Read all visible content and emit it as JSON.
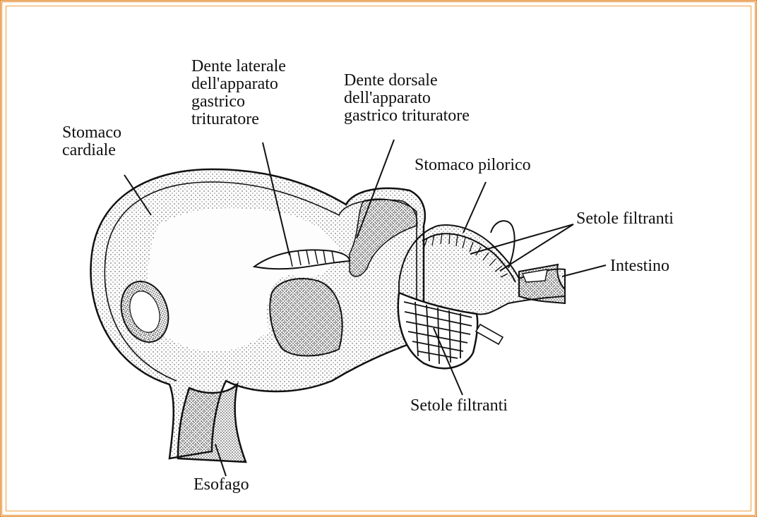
{
  "colors": {
    "frame": "#e07a10",
    "ink": "#111111"
  },
  "labels": {
    "stomaco_cardiale": "Stomaco\ncardiale",
    "dente_laterale": "Dente laterale\ndell'apparato\ngastrico\ntrituratore",
    "dente_dorsale": "Dente dorsale\ndell'apparato\ngastrico trituratore",
    "stomaco_pilorico": "Stomaco pilorico",
    "setole_filtranti_top": "Setole filtranti",
    "intestino": "Intestino",
    "setole_filtranti_bottom": "Setole filtranti",
    "esofago": "Esofago"
  }
}
